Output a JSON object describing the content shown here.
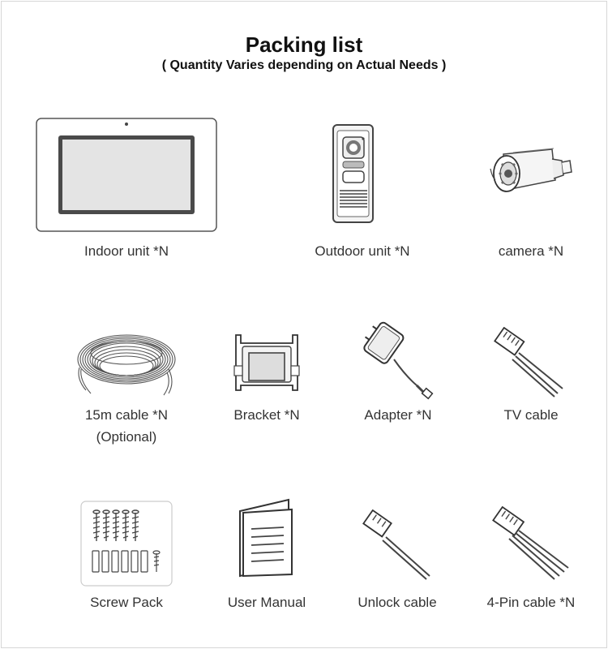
{
  "header": {
    "title": "Packing list",
    "subtitle": "( Quantity Varies depending on Actual Needs )"
  },
  "items": [
    {
      "label": "Indoor unit *N",
      "icon": "indoor-monitor-icon"
    },
    {
      "label": "Outdoor unit *N",
      "icon": "doorbell-outdoor-unit-icon"
    },
    {
      "label": "camera *N",
      "icon": "bullet-camera-icon"
    },
    {
      "label": "15m cable *N",
      "note": "(Optional)",
      "icon": "coiled-cable-icon"
    },
    {
      "label": "Bracket *N",
      "icon": "wall-bracket-icon"
    },
    {
      "label": "Adapter  *N",
      "icon": "power-adapter-icon"
    },
    {
      "label": "TV cable",
      "icon": "tv-cable-icon"
    },
    {
      "label": "Screw Pack",
      "icon": "screw-pack-icon"
    },
    {
      "label": "User Manual",
      "icon": "user-manual-icon"
    },
    {
      "label": "Unlock cable",
      "icon": "unlock-cable-icon"
    },
    {
      "label": "4-Pin cable *N",
      "icon": "four-pin-cable-icon"
    }
  ]
}
